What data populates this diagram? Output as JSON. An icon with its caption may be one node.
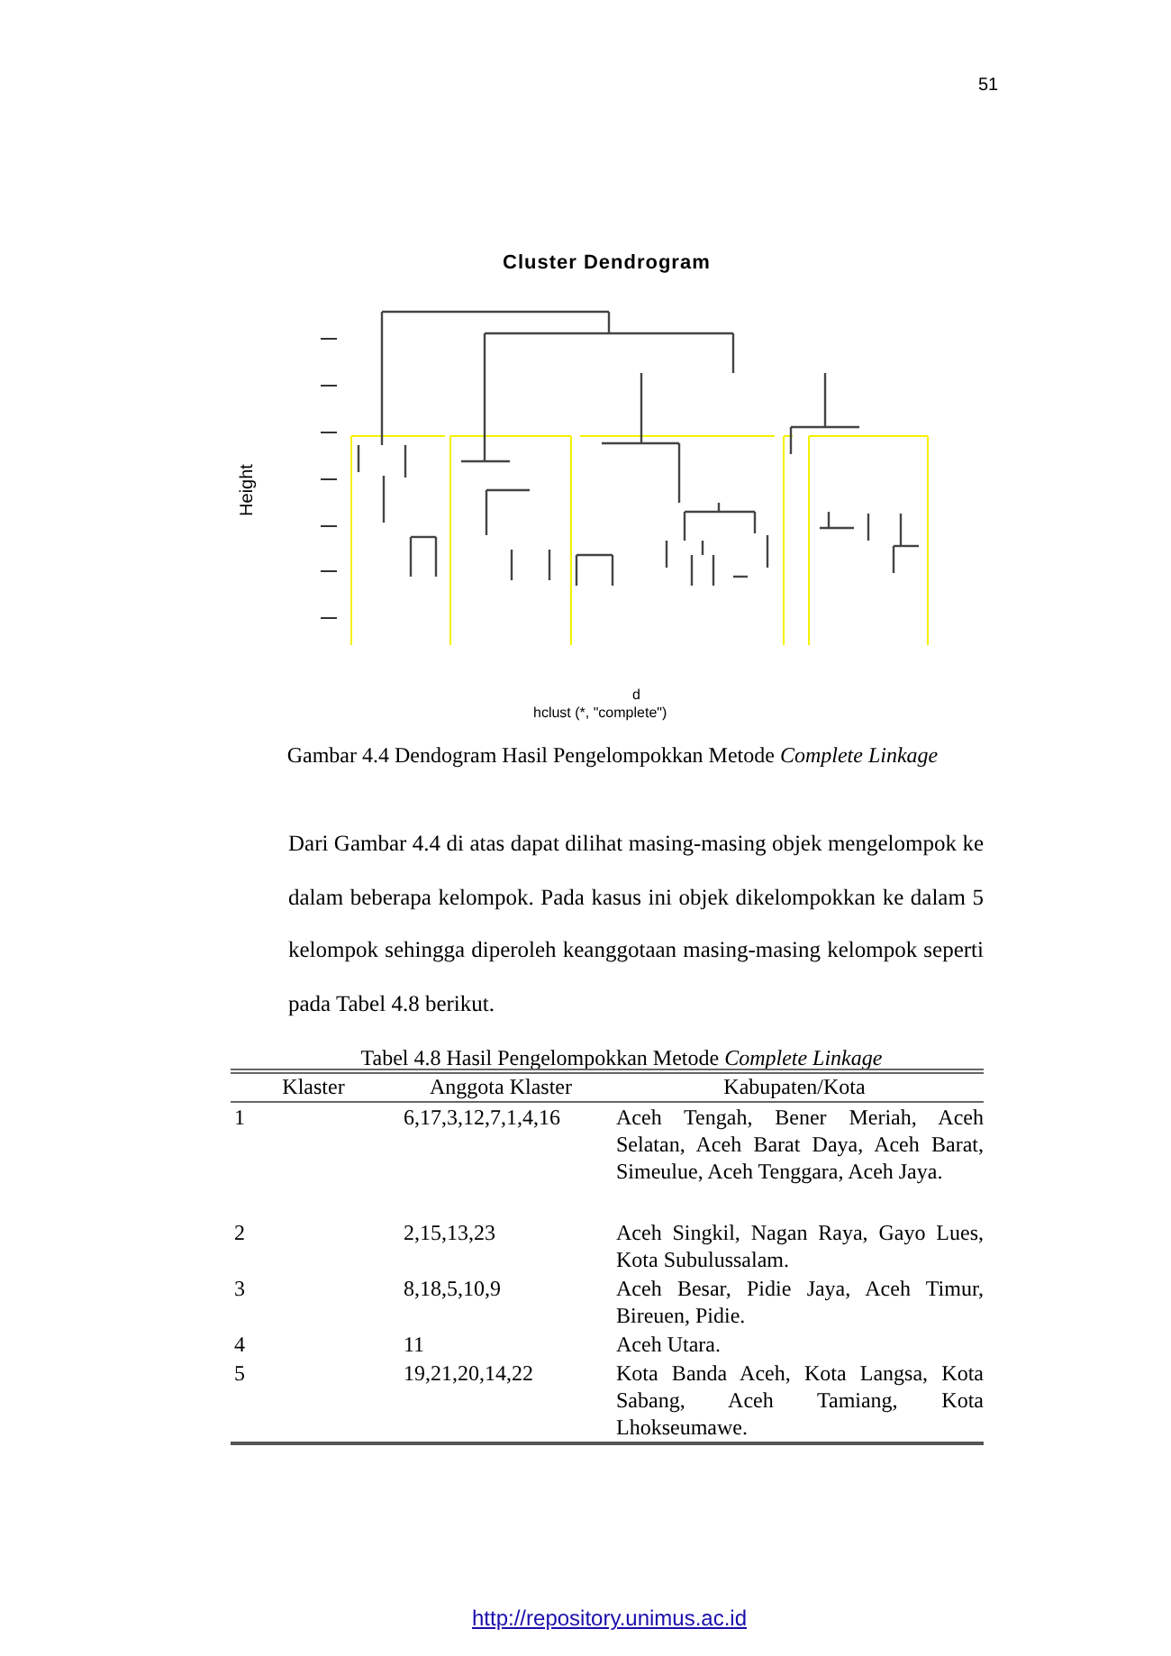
{
  "diagram": {
    "title": "Cluster Dendrogram",
    "caption": "Gambar 4.4 Dendogram Hasil Pengelompokkan Metode *Complete Linkage*",
    "labels": [
      "51",
      "Height",
      "d",
      "hclust (*, \"complete\")",
      "Dari Gambar 4.4 di atas dapat dilihat masing-masing objek mengelompok ke dalam beberapa kelompok. Pada kasus ini objek dikelompokkan ke dalam 5 kelompok sehingga diperoleh keanggotaan masing-masing kelompok seperti pada Tabel 4.8 berikut.",
      "Tabel 4.8 Hasil Pengelompokkan Metode *Complete Linkage*",
      "Klaster",
      "Anggota Klaster",
      "Kabupaten/Kota",
      "1",
      "6,17,3,12,7,1,4,16",
      "Aceh Tengah, Bener Meriah, Aceh Selatan, Aceh Barat Daya, Aceh Barat, Simeulue, Aceh Tenggara, Aceh Jaya.",
      "2",
      "2,15,13,23",
      "Aceh Singkil, Nagan Raya, Gayo Lues, Kota Subulussalam.",
      "3",
      "8,18,5,10,9",
      "Aceh Besar, Pidie Jaya, Aceh Timur, Bireuen, Pidie.",
      "4",
      "11",
      "Aceh Utara.",
      "5",
      "19,21,20,14,22",
      "Kota Banda Aceh, Kota Langsa, Kota Sabang, Aceh Tamiang, Kota Lhokseumawe.",
      "http://repository.unimus.ac.id"
    ]
  }
}
